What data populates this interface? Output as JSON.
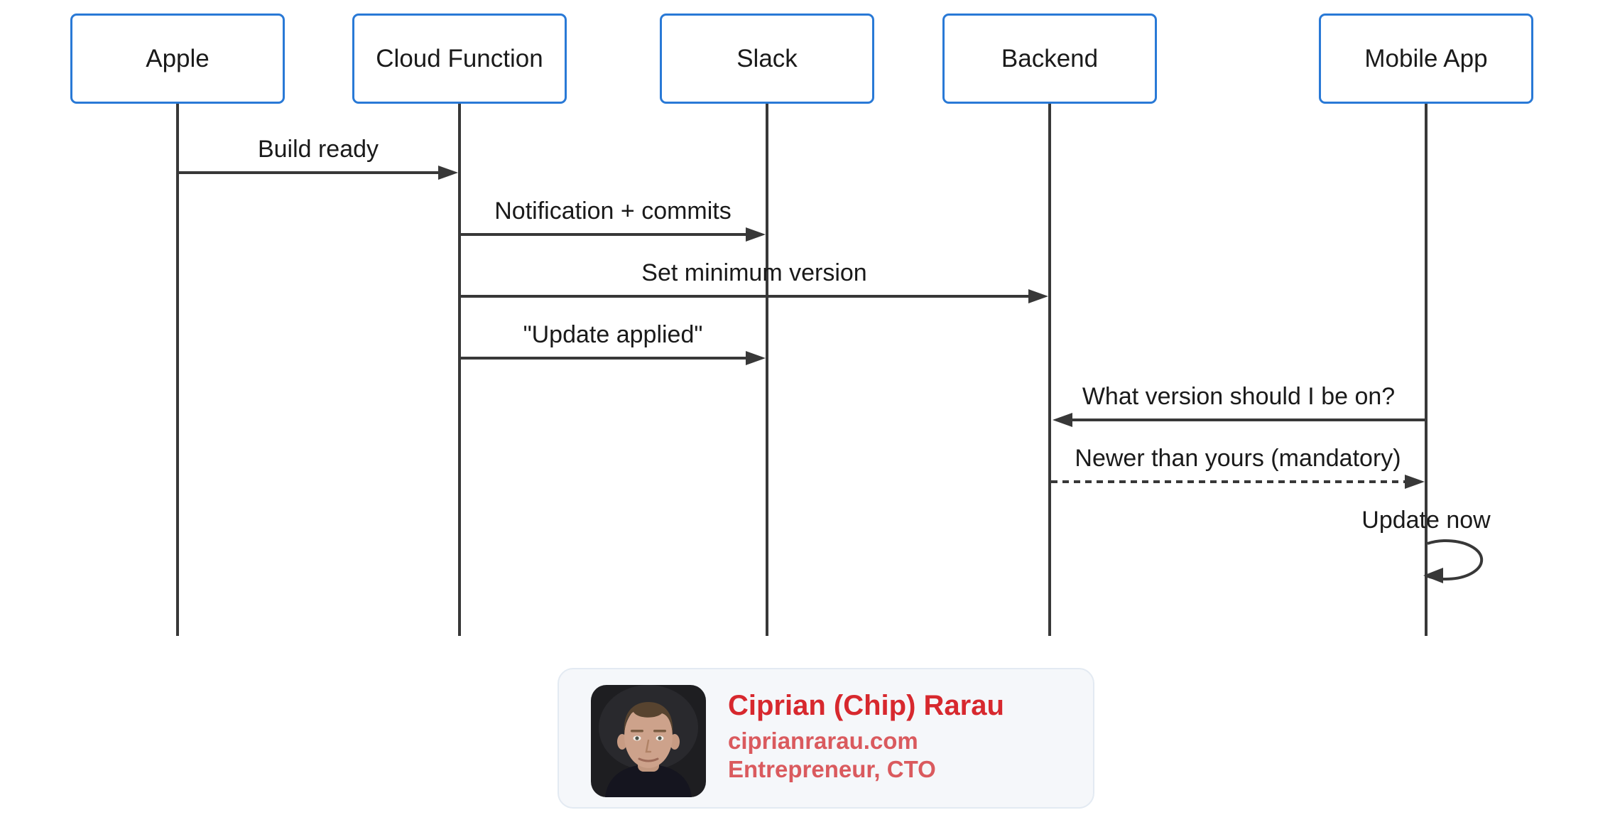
{
  "diagram": {
    "type": "sequence-diagram",
    "actors": [
      {
        "label": "Apple"
      },
      {
        "label": "Cloud Function"
      },
      {
        "label": "Slack"
      },
      {
        "label": "Backend"
      },
      {
        "label": "Mobile App"
      }
    ],
    "messages": [
      {
        "label": "Build ready",
        "from": "Apple",
        "to": "Cloud Function",
        "line": "solid",
        "direction": "right"
      },
      {
        "label": "Notification + commits",
        "from": "Cloud Function",
        "to": "Slack",
        "line": "solid",
        "direction": "right"
      },
      {
        "label": "Set minimum version",
        "from": "Cloud Function",
        "to": "Backend",
        "line": "solid",
        "direction": "right"
      },
      {
        "label": "\"Update applied\"",
        "from": "Cloud Function",
        "to": "Slack",
        "line": "solid",
        "direction": "right"
      },
      {
        "label": "What version should I be on?",
        "from": "Mobile App",
        "to": "Backend",
        "line": "solid",
        "direction": "left"
      },
      {
        "label": "Newer than yours (mandatory)",
        "from": "Backend",
        "to": "Mobile App",
        "line": "dashed",
        "direction": "right"
      },
      {
        "label": "Update now",
        "from": "Mobile App",
        "to": "Mobile App",
        "line": "self-loop",
        "direction": "self"
      }
    ]
  },
  "footer_card": {
    "name": "Ciprian (Chip) Rarau",
    "website": "ciprianrarau.com",
    "role": "Entrepreneur, CTO",
    "avatar": "portrait-photo"
  },
  "colors": {
    "background": "#ffffff",
    "actor_border": "#2979d6",
    "line_stroke": "#383838",
    "text": "#1a1a1a",
    "card_background": "#f5f7fa",
    "card_border": "#e3eaf2",
    "name_red": "#d7282e",
    "subtitle_red": "#da5a5e"
  }
}
